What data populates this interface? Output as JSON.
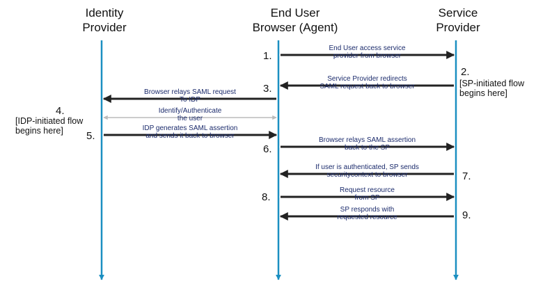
{
  "colors": {
    "lifeline": "#1b8fc1",
    "arrow": "#222222",
    "arrow_light": "#bbbbbb",
    "message_text": "#1a2a6b"
  },
  "lifelines": [
    {
      "id": "idp",
      "label_lines": [
        "Identity",
        "Provider"
      ]
    },
    {
      "id": "browser",
      "label_lines": [
        "End User",
        "Browser (Agent)"
      ]
    },
    {
      "id": "sp",
      "label_lines": [
        "Service",
        "Provider"
      ]
    }
  ],
  "steps": [
    {
      "number": "1.",
      "from": "browser",
      "to": "sp",
      "lines": [
        "End User access service",
        "provider from browser"
      ]
    },
    {
      "number": "2.",
      "from": "sp",
      "to": "browser",
      "lines": [
        "Service Provider redirects",
        "SAML request back to browser"
      ],
      "note_lines": [
        "[SP-initiated flow",
        "begins here]"
      ]
    },
    {
      "number": "3.",
      "from": "browser",
      "to": "idp",
      "lines": [
        "Browser relays SAML request",
        "To IDP"
      ]
    },
    {
      "number": "4.",
      "from": "idp",
      "to": "browser",
      "lines": [
        "Identify/Authenticate",
        "the user"
      ],
      "bidirectional": true,
      "light": true,
      "note_lines": [
        "[IDP-initiated flow",
        "begins here]"
      ]
    },
    {
      "number": "5.",
      "from": "idp",
      "to": "browser",
      "lines": [
        "IDP generates SAML assertion",
        "and sends it back to browser"
      ]
    },
    {
      "number": "6.",
      "from": "browser",
      "to": "sp",
      "lines": [
        "Browser relays SAML assertion",
        "back to the SP"
      ]
    },
    {
      "number": "7.",
      "from": "sp",
      "to": "browser",
      "lines": [
        "If user is authenticated, SP sends",
        "securitycontext to browser"
      ]
    },
    {
      "number": "8.",
      "from": "browser",
      "to": "sp",
      "lines": [
        "Request resource",
        "from SP"
      ]
    },
    {
      "number": "9.",
      "from": "sp",
      "to": "browser",
      "lines": [
        "SP responds with",
        "requested resource"
      ]
    }
  ]
}
